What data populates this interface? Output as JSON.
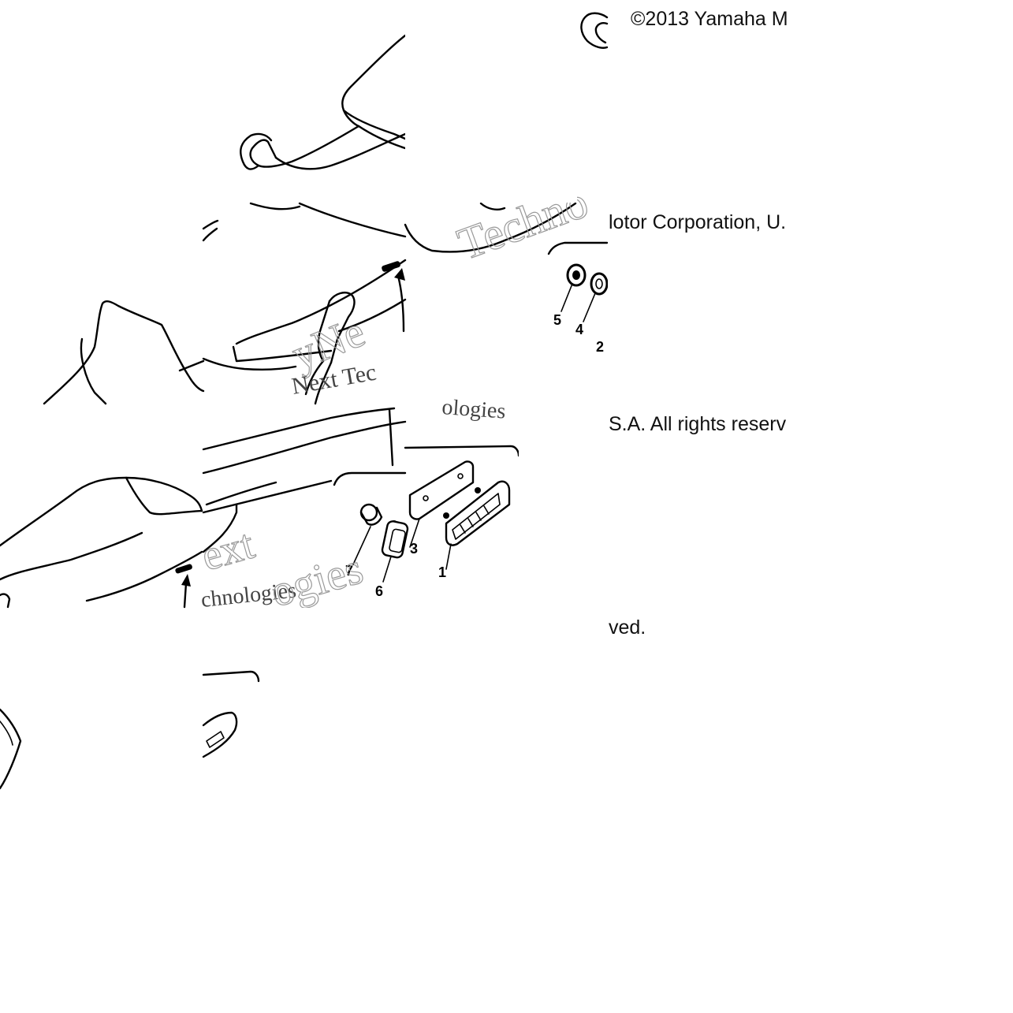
{
  "copyright": {
    "line1": "©2013 Yamaha M",
    "line2": "lotor Corporation, U.",
    "line3": "S.A. All rights reserv",
    "line4": "ved."
  },
  "watermarks": {
    "w1": "Techno",
    "w2": "yNe",
    "w3": "Next Tec",
    "w4": "ologies",
    "w5": "ext",
    "w6": "chnologies",
    "w7": "ogies"
  },
  "callouts": {
    "c1": "1",
    "c2": "2",
    "c3": "3",
    "c4": "4",
    "c5": "5",
    "c6": "6",
    "c7": "7"
  }
}
